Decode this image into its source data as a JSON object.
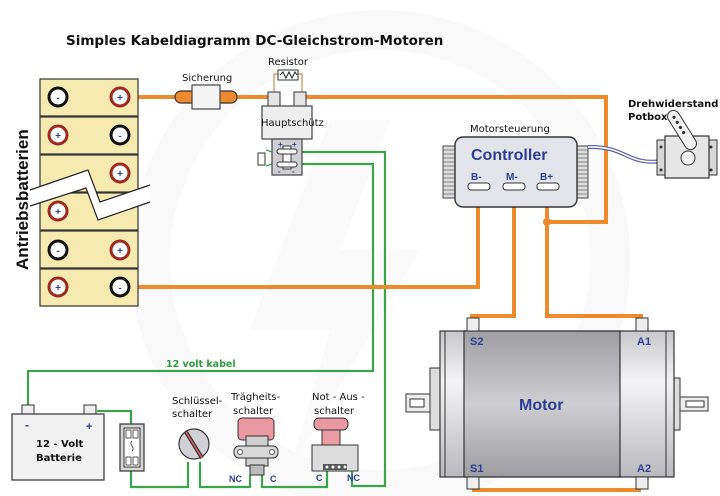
{
  "title": "Simples Kabeldiagramm DC-Gleichstrom-Motoren",
  "colors": {
    "main_wire": "#ee8a2e",
    "control_wire": "#3da34a",
    "battery_fill": "#f7eab0",
    "label_blue": "#2b3f92",
    "red_button": "#e48a8f",
    "pot_wire": "#5b5fa8"
  },
  "batteries": {
    "label": "Antriebsbatterien",
    "plus": "+",
    "minus": "-"
  },
  "fuse": {
    "label": "Sicherung"
  },
  "resistor": {
    "label": "Resistor"
  },
  "contactor": {
    "label": "Hauptschütz",
    "plus": "+",
    "minus": "-"
  },
  "controller": {
    "caption": "Motorsteuerung",
    "title": "Controller",
    "terminals": [
      "B-",
      "M-",
      "B+"
    ]
  },
  "potbox": {
    "label_line1": "Drehwiderstand",
    "label_line2": "Potbox"
  },
  "motor": {
    "label": "Motor",
    "terminals": {
      "top_left": "S2",
      "top_right": "A1",
      "bottom_left": "S1",
      "bottom_right": "A2"
    }
  },
  "control_circuit": {
    "cable_label": "12 volt kabel",
    "aux_battery": {
      "line1": "12 - Volt",
      "line2": "Batterie",
      "minus": "-",
      "plus": "+"
    },
    "key_switch": {
      "line1": "Schlüssel-",
      "line2": "schalter"
    },
    "inertia_switch": {
      "line1": "Trägheits-",
      "line2": "schalter",
      "nc": "NC",
      "c": "C"
    },
    "emergency_switch": {
      "line1": "Not - Aus -",
      "line2": "schalter",
      "c": "C",
      "nc": "NC"
    }
  }
}
